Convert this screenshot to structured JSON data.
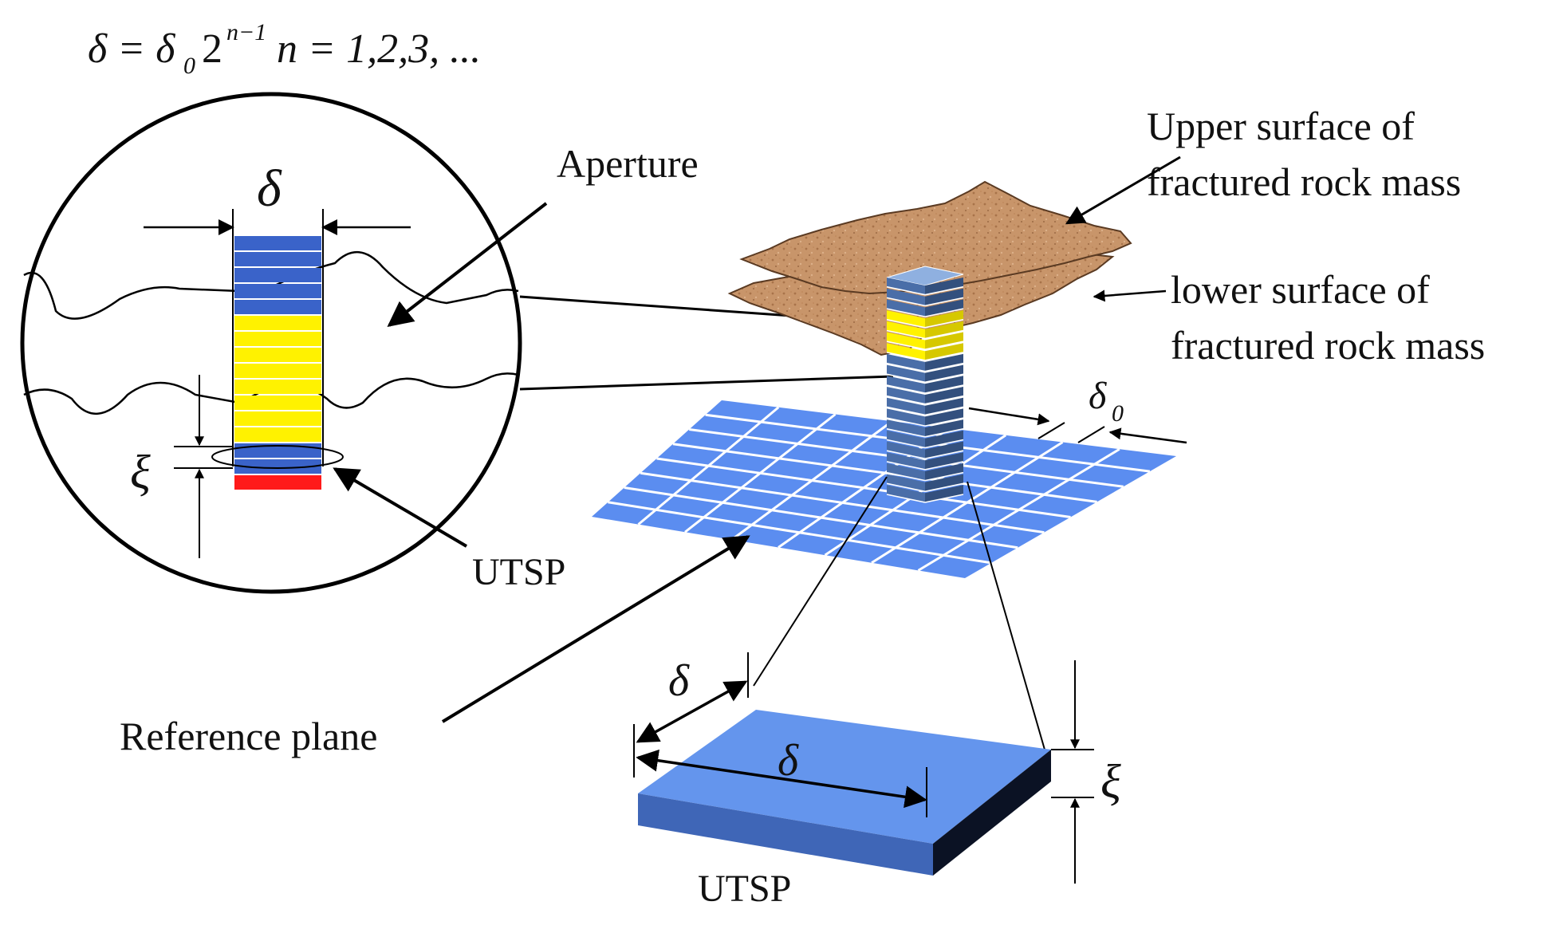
{
  "formula": {
    "text": "δ = δ₀2ⁿ⁻¹n = 1,2,3, ...",
    "lhs": "δ = δ",
    "sub0": "0",
    "two": "2",
    "exp": "n−1",
    "rhs": "n = 1,2,3, ..."
  },
  "labels": {
    "aperture": "Aperture",
    "upper_surface_line1": "Upper surface of",
    "upper_surface_line2": "fractured rock mass",
    "lower_surface_line1": "lower surface of",
    "lower_surface_line2": "fractured rock mass",
    "reference_plane": "Reference plane",
    "utsp_zoom": "UTSP",
    "utsp_block": "UTSP"
  },
  "symbols": {
    "delta": "δ",
    "delta0_base": "δ",
    "delta0_sub": "0",
    "xi": "ξ"
  },
  "colors": {
    "cell_blue": "#3a63c9",
    "cell_yellow": "#fff200",
    "cell_red": "#ff1a1a",
    "grid_blue": "#5b8df0",
    "block_top": "#6495ed",
    "block_front": "#3f66b7",
    "block_side": "#0b1224",
    "rock_brown": "#c8956a"
  }
}
